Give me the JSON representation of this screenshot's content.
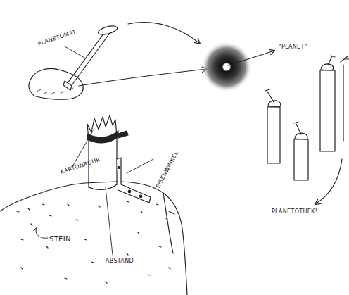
{
  "diagram": {
    "labels": [
      "PLANETOMAT",
      "\"PLANET\"",
      "PLANETOTHEK!",
      "KARTONROHR",
      "EISENWINKEL",
      "STEIN",
      "ABSTAND"
    ]
  }
}
